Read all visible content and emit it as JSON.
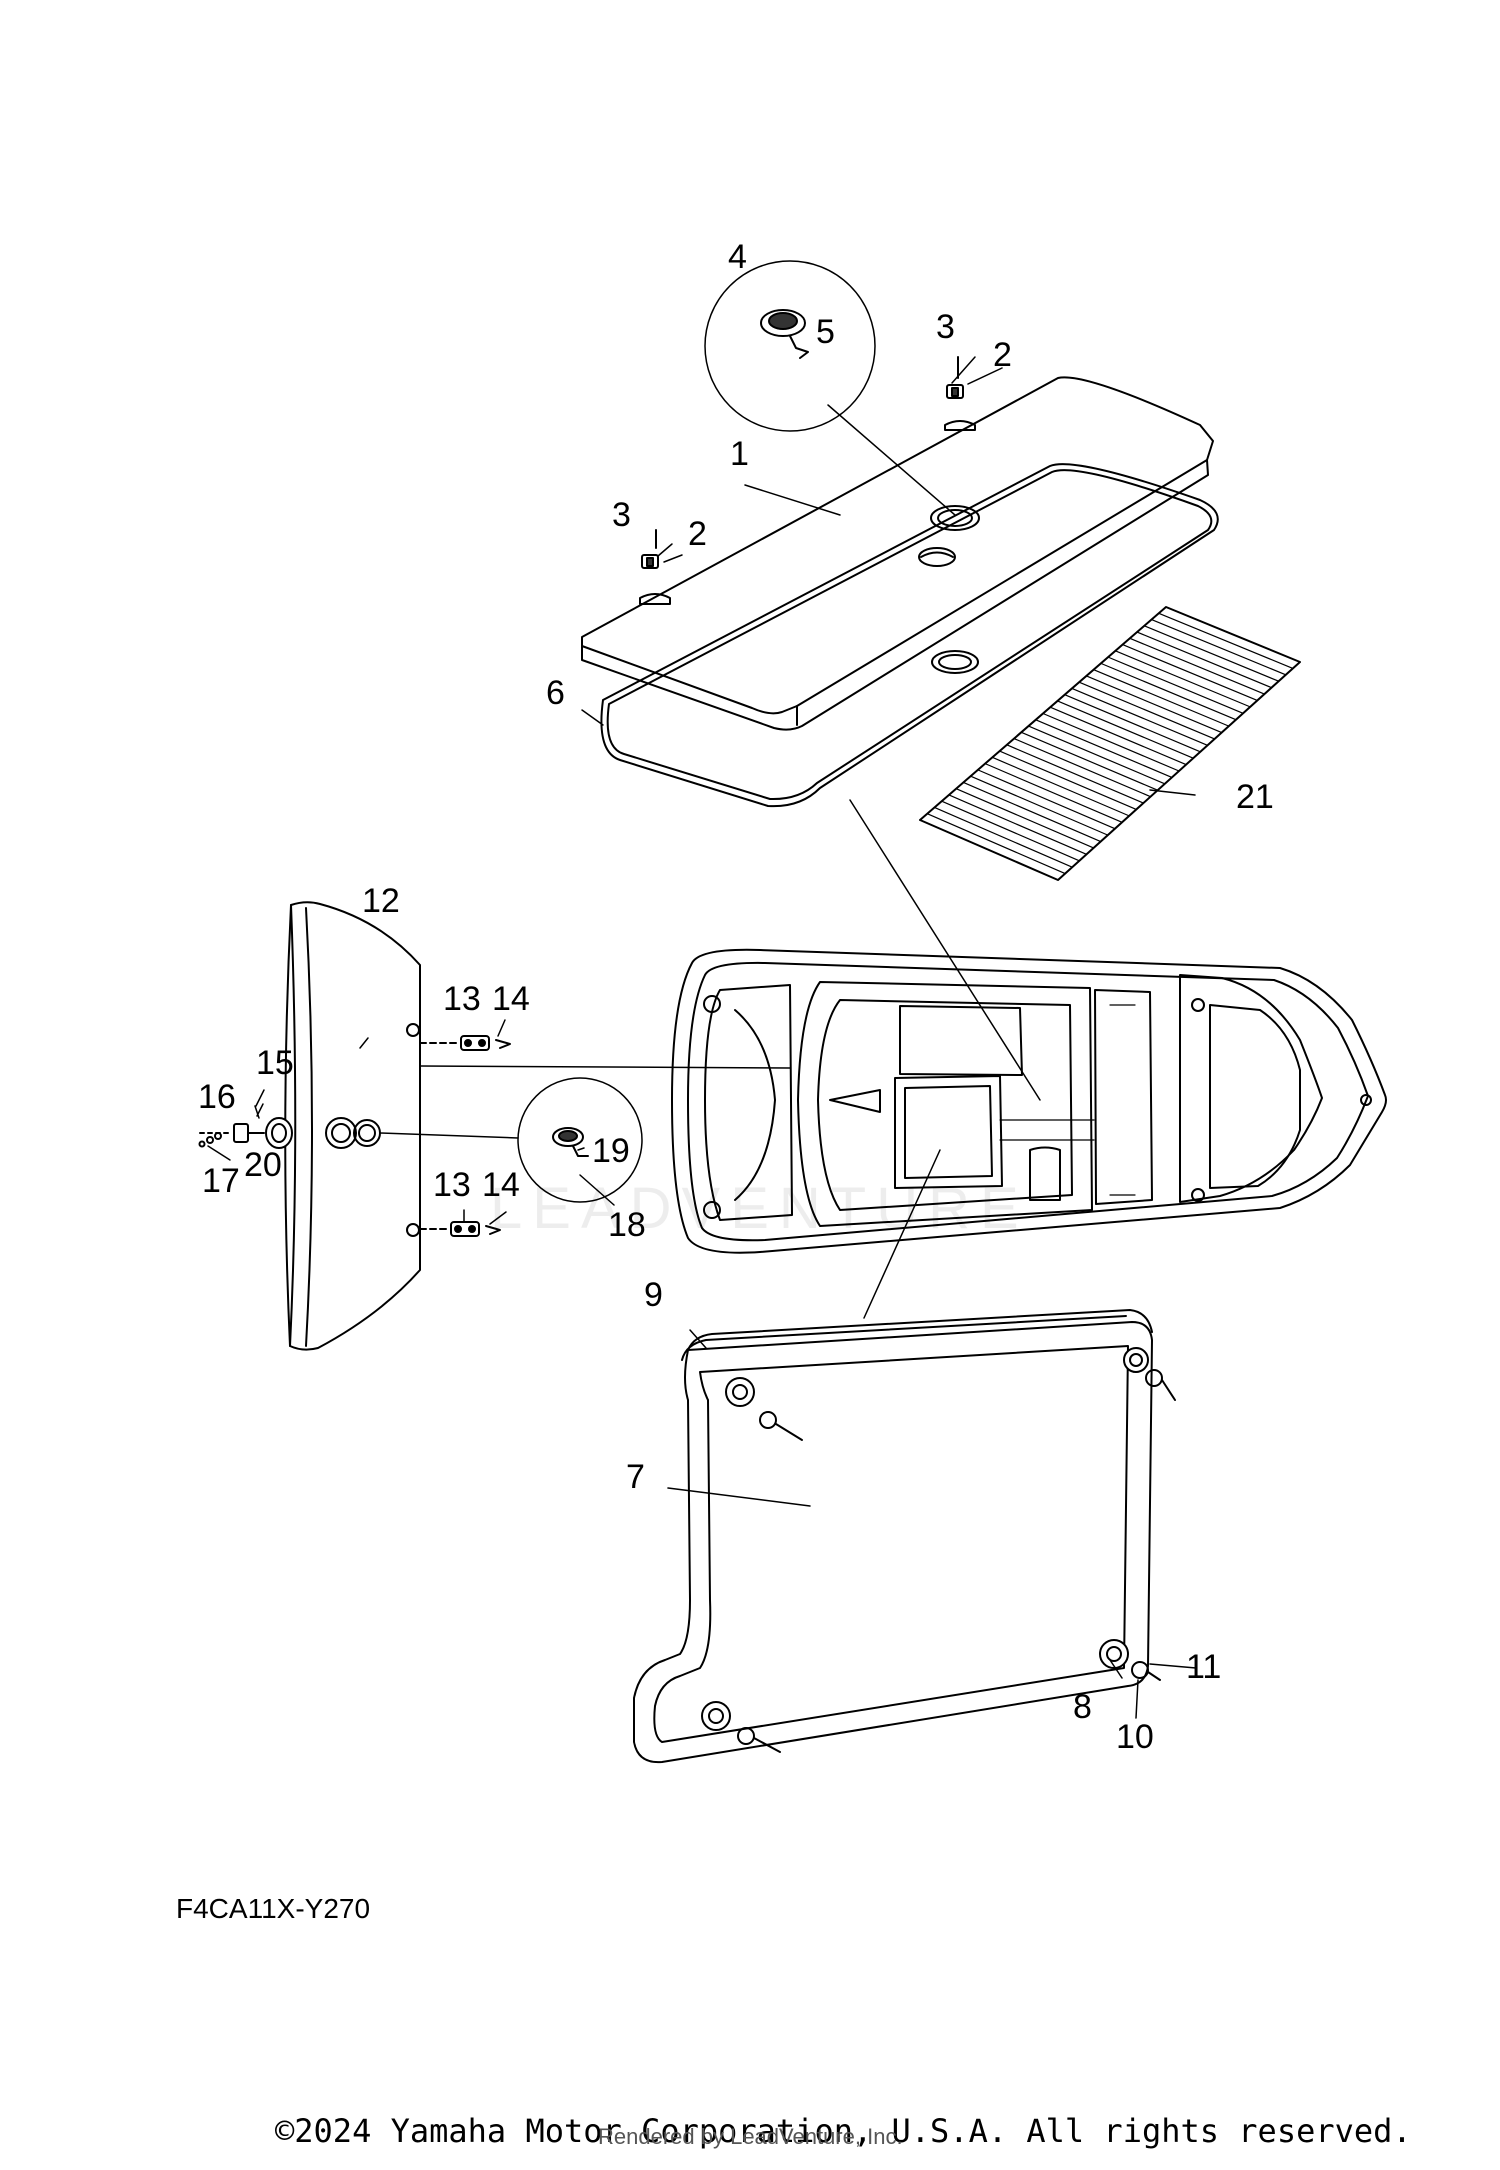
{
  "diagram": {
    "code": "F4CA11X-Y270",
    "watermark": "LEADVENTURE",
    "copyright": "©2024 Yamaha Motor Corporation, U.S.A. All rights reserved.",
    "rendered_by": "Rendered by LeadVenture, Inc."
  },
  "callouts": [
    {
      "id": "c1",
      "label": "1"
    },
    {
      "id": "c2a",
      "label": "2"
    },
    {
      "id": "c2b",
      "label": "2"
    },
    {
      "id": "c3a",
      "label": "3"
    },
    {
      "id": "c3b",
      "label": "3"
    },
    {
      "id": "c4",
      "label": "4"
    },
    {
      "id": "c5",
      "label": "5"
    },
    {
      "id": "c6",
      "label": "6"
    },
    {
      "id": "c7",
      "label": "7"
    },
    {
      "id": "c8",
      "label": "8"
    },
    {
      "id": "c9",
      "label": "9"
    },
    {
      "id": "c10",
      "label": "10"
    },
    {
      "id": "c11",
      "label": "11"
    },
    {
      "id": "c12",
      "label": "12"
    },
    {
      "id": "c13a",
      "label": "13"
    },
    {
      "id": "c13b",
      "label": "13"
    },
    {
      "id": "c14a",
      "label": "14"
    },
    {
      "id": "c14b",
      "label": "14"
    },
    {
      "id": "c15",
      "label": "15"
    },
    {
      "id": "c16",
      "label": "16"
    },
    {
      "id": "c17",
      "label": "17"
    },
    {
      "id": "c18",
      "label": "18"
    },
    {
      "id": "c19",
      "label": "19"
    },
    {
      "id": "c20",
      "label": "20"
    },
    {
      "id": "c21",
      "label": "21"
    }
  ]
}
